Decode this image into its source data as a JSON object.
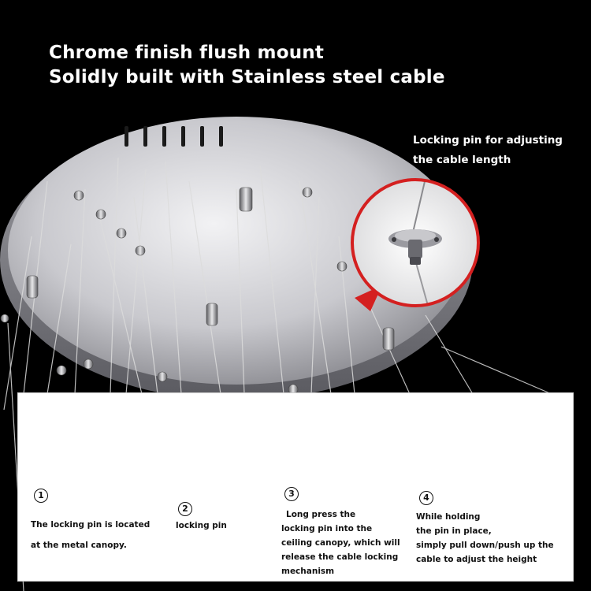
{
  "headline": {
    "line1": "Chrome finish flush mount",
    "line2": "Solidly built with Stainless steel cable"
  },
  "callout": {
    "line1": "Locking pin for adjusting",
    "line2": "the cable length"
  },
  "steps": [
    {
      "number": "1",
      "lines": [
        "The locking pin is located",
        "at the metal canopy."
      ]
    },
    {
      "number": "2",
      "lines": [
        "locking pin"
      ]
    },
    {
      "number": "3",
      "lines": [
        "Long press the",
        "locking pin into the",
        "ceiling canopy, which will",
        "release the cable locking",
        "mechanism"
      ]
    },
    {
      "number": "4",
      "lines": [
        "While holding",
        "the pin in place,",
        "simply pull down/push up the",
        "cable to adjust the height"
      ]
    }
  ],
  "colors": {
    "background": "#000000",
    "accent_red": "#d42020",
    "panel": "#ffffff"
  }
}
